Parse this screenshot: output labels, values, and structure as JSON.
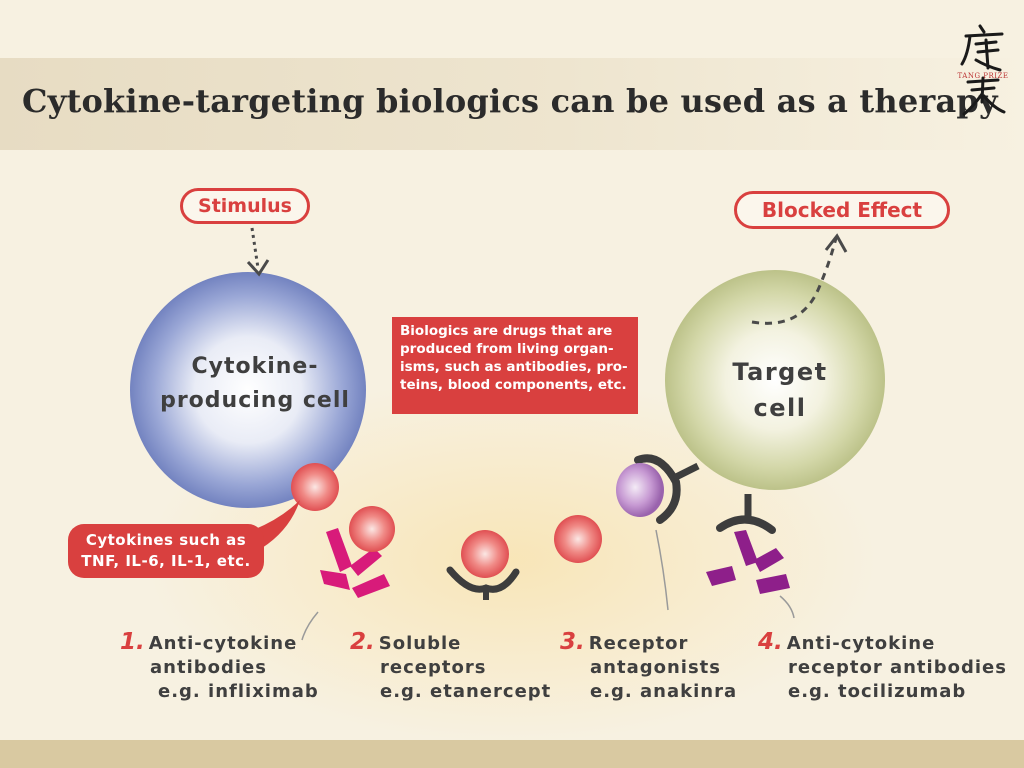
{
  "title": "Cytokine-targeting biologics can be used as a therapy",
  "logo": {
    "text": "TANG PRIZE"
  },
  "stimulus": "Stimulus",
  "blocked_effect": "Blocked Effect",
  "cells": {
    "producing": {
      "line1": "Cytokine-",
      "line2": "producing cell"
    },
    "target": {
      "line1": "Target",
      "line2": "cell"
    }
  },
  "info_box": {
    "lines": [
      "Biologics are drugs that are",
      "produced from living organ-",
      "isms, such as antibodies, pro-",
      "teins, blood components, etc."
    ]
  },
  "cytokine_callout": {
    "line1": "Cytokines such as",
    "line2": "TNF, IL-6, IL-1, etc."
  },
  "drugs": [
    {
      "num": "1.",
      "line1": "Anti-cytokine",
      "line2": "antibodies",
      "line3": "e.g. infliximab"
    },
    {
      "num": "2.",
      "line1": "Soluble",
      "line2": "receptors",
      "line3": "e.g. etanercept"
    },
    {
      "num": "3.",
      "line1": "Receptor",
      "line2": "antagonists",
      "line3": "e.g. anakinra"
    },
    {
      "num": "4.",
      "line1": "Anti-cytokine",
      "line2": "receptor antibodies",
      "line3": "e.g. tocilizumab"
    }
  ],
  "colors": {
    "accent_red": "#d9403f",
    "producing_cell": "#7f8fc8",
    "target_cell": "#c8cf95",
    "cytokine": "#e55b5b",
    "antibody_magenta": "#d81b7a",
    "receptor_purple": "#8e1f8a",
    "antagonist_lilac": "#b98ac7",
    "receptor_dark": "#3d3d3d"
  }
}
